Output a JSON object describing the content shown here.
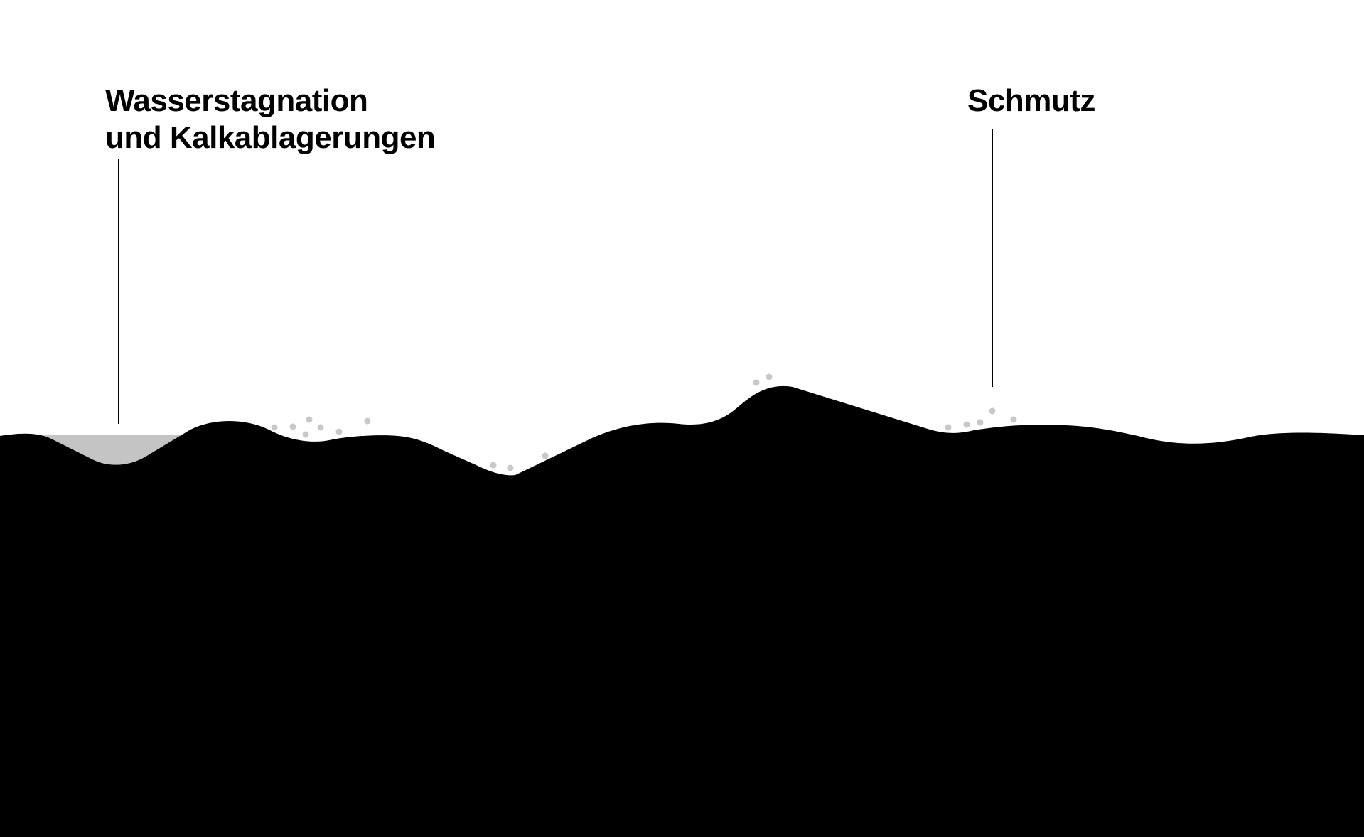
{
  "annotations": {
    "left": {
      "line1": "Wasserstagnation",
      "line2": "und Kalkablagerungen"
    },
    "right": {
      "line1": "Schmutz"
    }
  },
  "colors": {
    "surface": "#000000",
    "water": "#c4c4c4",
    "particles": "#c8c8c8",
    "background": "#ffffff",
    "leader_line": "#000000"
  }
}
